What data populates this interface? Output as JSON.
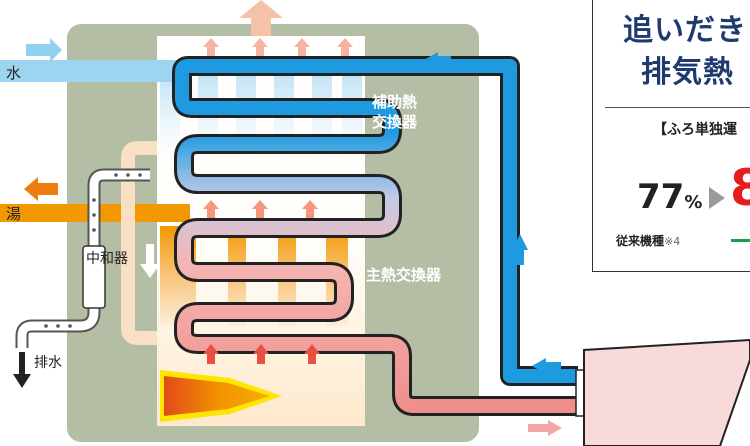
{
  "labels": {
    "water": "水",
    "hot_water": "湯",
    "drain": "排水",
    "neutralizer": "中和器",
    "aux_exchanger_line1": "補助熱",
    "aux_exchanger_line2": "交換器",
    "main_exchanger": "主熱交換器"
  },
  "panel": {
    "title_line1": "追いだき",
    "title_line2": "排気熱",
    "subtitle": "【ふろ単独運",
    "old_value": "77",
    "old_unit": "%",
    "new_value": "8",
    "old_label": "従来機種",
    "old_note": "※4"
  },
  "colors": {
    "background_box": "#b4bea5",
    "cold_pipe": "#1e9be0",
    "hot_pipe": "#f4a6a6",
    "flame": "#f39800",
    "bath": "#f8dada",
    "arrow_pink": "#f2a090",
    "arrow_red": "#e8513f",
    "arrow_orange": "#ee7d10"
  }
}
